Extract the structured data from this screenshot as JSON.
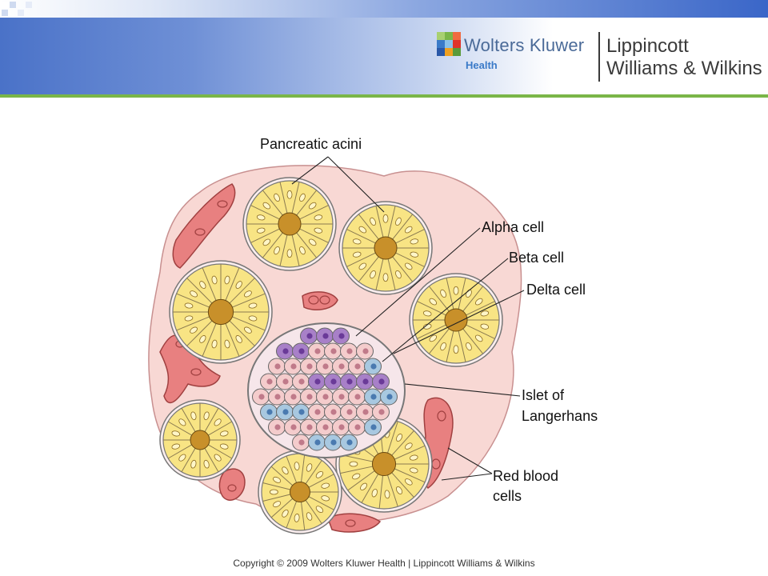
{
  "header": {
    "brand_primary": "Wolters Kluwer",
    "brand_sub": "Health",
    "publisher_line1": "Lippincott",
    "publisher_line2": "Williams & Wilkins"
  },
  "figure": {
    "labels": {
      "pancreatic_acini": "Pancreatic acini",
      "alpha_cell": "Alpha cell",
      "beta_cell": "Beta cell",
      "delta_cell": "Delta cell",
      "islet_line1": "Islet of",
      "islet_line2": "Langerhans",
      "rbc_line1": "Red blood",
      "rbc_line2": "cells"
    }
  },
  "footer": {
    "copyright": "Copyright © 2009 Wolters Kluwer Health | Lippincott Williams & Wilkins"
  },
  "colors": {
    "header_blue": "#4a72c8",
    "rule_green": "#7ab648",
    "tissue_pink": "#f8d8d4",
    "acinus_yellow": "#f8e484",
    "acinus_lumen": "#c8902a",
    "alpha_purple": "#a880c8",
    "beta_pink": "#f4cccc",
    "delta_blue": "#a8c8e0",
    "rbc_red": "#e88080"
  }
}
